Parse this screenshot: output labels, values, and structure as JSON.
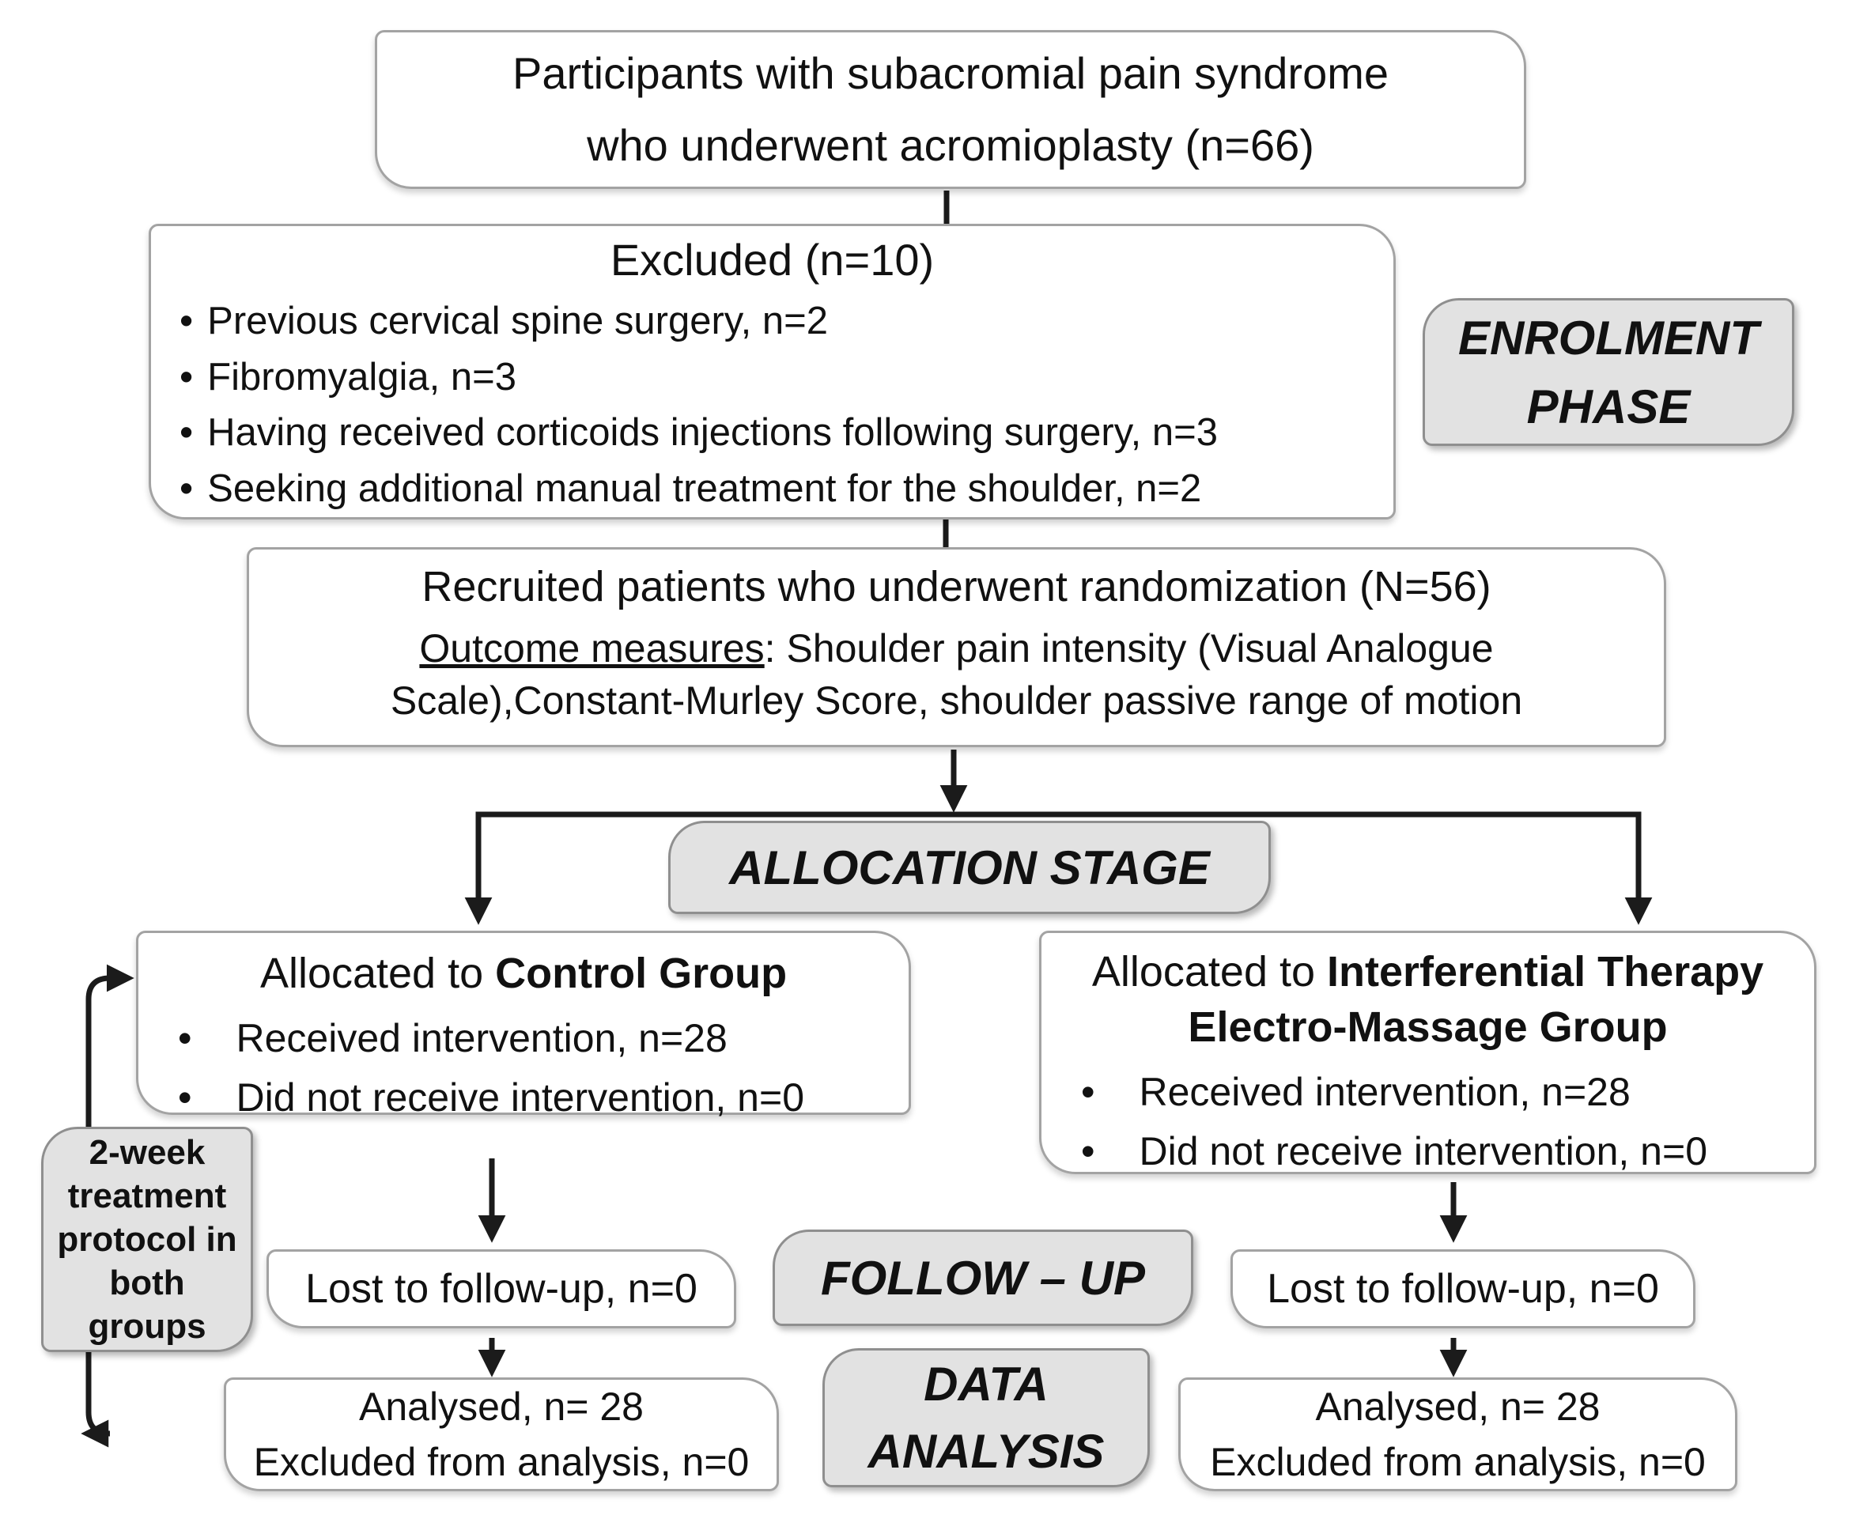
{
  "title_box": {
    "line1": "Participants with subacromial pain syndrome",
    "line2": "who underwent acromioplasty (n=66)"
  },
  "excluded_box": {
    "title": "Excluded (n=10)",
    "items": [
      "Previous cervical spine surgery, n=2",
      "Fibromyalgia, n=3",
      "Having received corticoids injections following surgery, n=3",
      "Seeking additional manual treatment for the shoulder, n=2"
    ]
  },
  "recruited_box": {
    "title": "Recruited patients who underwent randomization (N=56)",
    "outcome_label": "Outcome measures",
    "outcome_text": ": Shoulder pain intensity (Visual Analogue Scale),Constant-Murley Score, shoulder passive range of motion"
  },
  "control_box": {
    "prefix": "Allocated to ",
    "group": "Control Group",
    "items": [
      "Received intervention, n=28",
      "Did not receive intervention, n=0"
    ]
  },
  "therapy_box": {
    "prefix": "Allocated to ",
    "group": "Interferential Therapy Electro-Massage Group",
    "items": [
      "Received intervention, n=28",
      "Did not receive intervention, n=0"
    ]
  },
  "stage_labels": {
    "enrolment_line1": "ENROLMENT",
    "enrolment_line2": "PHASE",
    "allocation": "ALLOCATION STAGE",
    "follow_up": "FOLLOW – UP",
    "data_line1": "DATA",
    "data_line2": "ANALYSIS"
  },
  "protocol_label": {
    "text": "2-week treatment protocol in both groups"
  },
  "followup_boxes": {
    "left": "Lost to follow-up, n=0",
    "right": "Lost to follow-up, n=0"
  },
  "analysis_boxes": {
    "left_line1": "Analysed, n= 28",
    "left_line2": "Excluded from analysis, n=0",
    "right_line1": "Analysed, n= 28",
    "right_line2": "Excluded from analysis, n=0"
  },
  "colors": {
    "background": "#ffffff",
    "label_fill": "#e2e2e2",
    "label_border": "#8f8f8f",
    "box_border": "#a3a3a3",
    "line_color": "#1b1b1b",
    "text_color": "#111111"
  }
}
